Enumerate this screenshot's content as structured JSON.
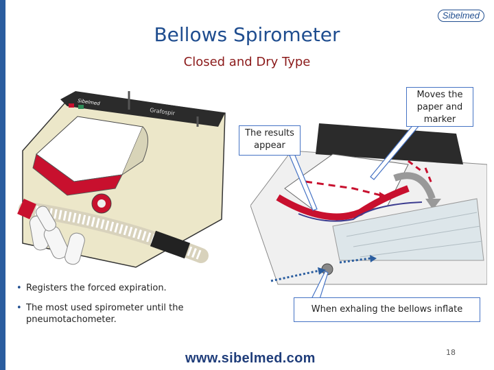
{
  "header": {
    "logo_text": "Sibelmed",
    "title": "Bellows Spirometer",
    "subtitle": "Closed and Dry Type"
  },
  "callouts": {
    "results": "The results appear",
    "moves": "Moves the paper and marker",
    "exhale": "When exhaling the bellows inflate"
  },
  "device": {
    "brand": "Sibelmed",
    "model": "Grafospir"
  },
  "bullets": [
    "Registers the forced expiration.",
    "The most used spirometer until the pneumotachometer."
  ],
  "footer": {
    "url": "www.sibelmed.com",
    "page_number": "18"
  },
  "colors": {
    "brand_blue": "#1f4d8f",
    "subtitle_red": "#8b1a1a",
    "callout_border": "#4472c4",
    "device_red": "#c8102e"
  }
}
